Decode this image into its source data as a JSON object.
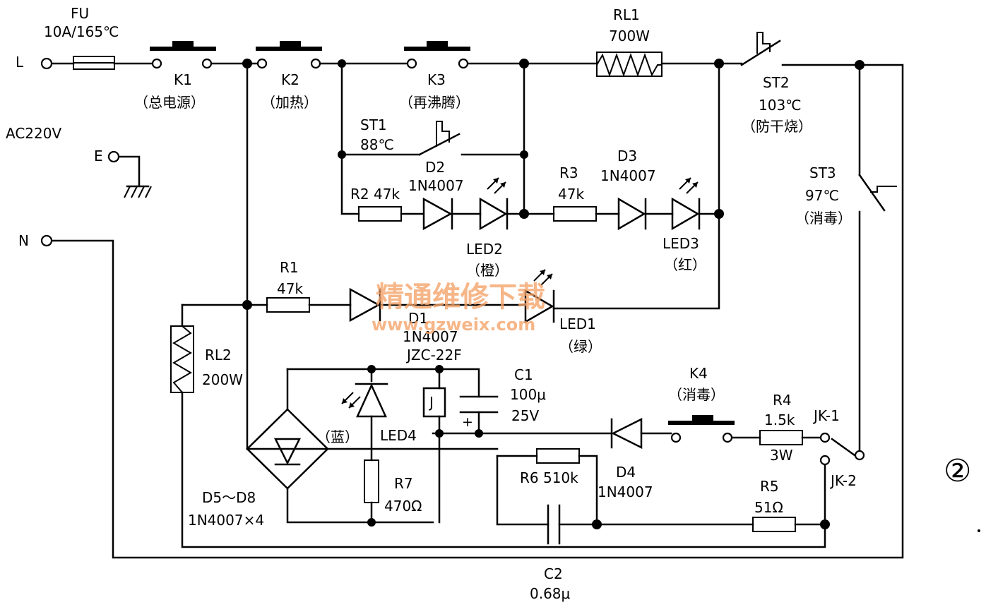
{
  "terminals": {
    "L": "L",
    "E": "E",
    "N": "N",
    "supply": "AC220V"
  },
  "fuse": {
    "name": "FU",
    "rating": "10A/165℃"
  },
  "switches": {
    "k1": {
      "name": "K1",
      "desc": "（总电源）"
    },
    "k2": {
      "name": "K2",
      "desc": "（加热）"
    },
    "k3": {
      "name": "K3",
      "desc": "（再沸腾）"
    },
    "k4": {
      "name": "K4",
      "desc": "（消毒）"
    }
  },
  "thermostats": {
    "st1": {
      "name": "ST1",
      "temp": "88℃"
    },
    "st2": {
      "name": "ST2",
      "temp": "103℃",
      "desc": "（防干烧）"
    },
    "st3": {
      "name": "ST3",
      "temp": "97℃",
      "desc": "（消毒）"
    }
  },
  "heaters": {
    "rl1": {
      "name": "RL1",
      "power": "700W"
    },
    "rl2": {
      "name": "RL2",
      "power": "200W"
    }
  },
  "resistors": {
    "r1": {
      "name": "R1",
      "value": "47k"
    },
    "r2": {
      "label": "R2 47k"
    },
    "r3": {
      "name": "R3",
      "value": "47k"
    },
    "r4": {
      "name": "R4",
      "value": "1.5k",
      "power": "3W"
    },
    "r5": {
      "name": "R5",
      "value": "51Ω"
    },
    "r6": {
      "label": "R6 510k"
    },
    "r7": {
      "name": "R7",
      "value": "470Ω"
    }
  },
  "diodes": {
    "d1": {
      "name": "D1",
      "part": "1N4007"
    },
    "d2": {
      "name": "D2",
      "part": "1N4007"
    },
    "d3": {
      "name": "D3",
      "part": "1N4007"
    },
    "d4": {
      "name": "D4",
      "part": "1N4007"
    },
    "bridge": {
      "name": "D5～D8",
      "part": "1N4007×4"
    }
  },
  "leds": {
    "led1": {
      "name": "LED1",
      "color": "（绿）"
    },
    "led2": {
      "name": "LED2",
      "color": "（橙）"
    },
    "led3": {
      "name": "LED3",
      "color": "（红）"
    },
    "led4": {
      "name": "LED4",
      "color": "（蓝）"
    }
  },
  "relay": {
    "model": "JZC-22F",
    "symbol": "J"
  },
  "capacitors": {
    "c1": {
      "name": "C1",
      "value": "100μ",
      "voltage": "25V",
      "plus": "+"
    },
    "c2": {
      "name": "C2",
      "value": "0.68μ"
    }
  },
  "jacks": {
    "jk1": "JK-1",
    "jk2": "JK-2"
  },
  "watermark": {
    "title": "精通维修下载",
    "url": "www.gzweix.com"
  },
  "figure_number": "②"
}
